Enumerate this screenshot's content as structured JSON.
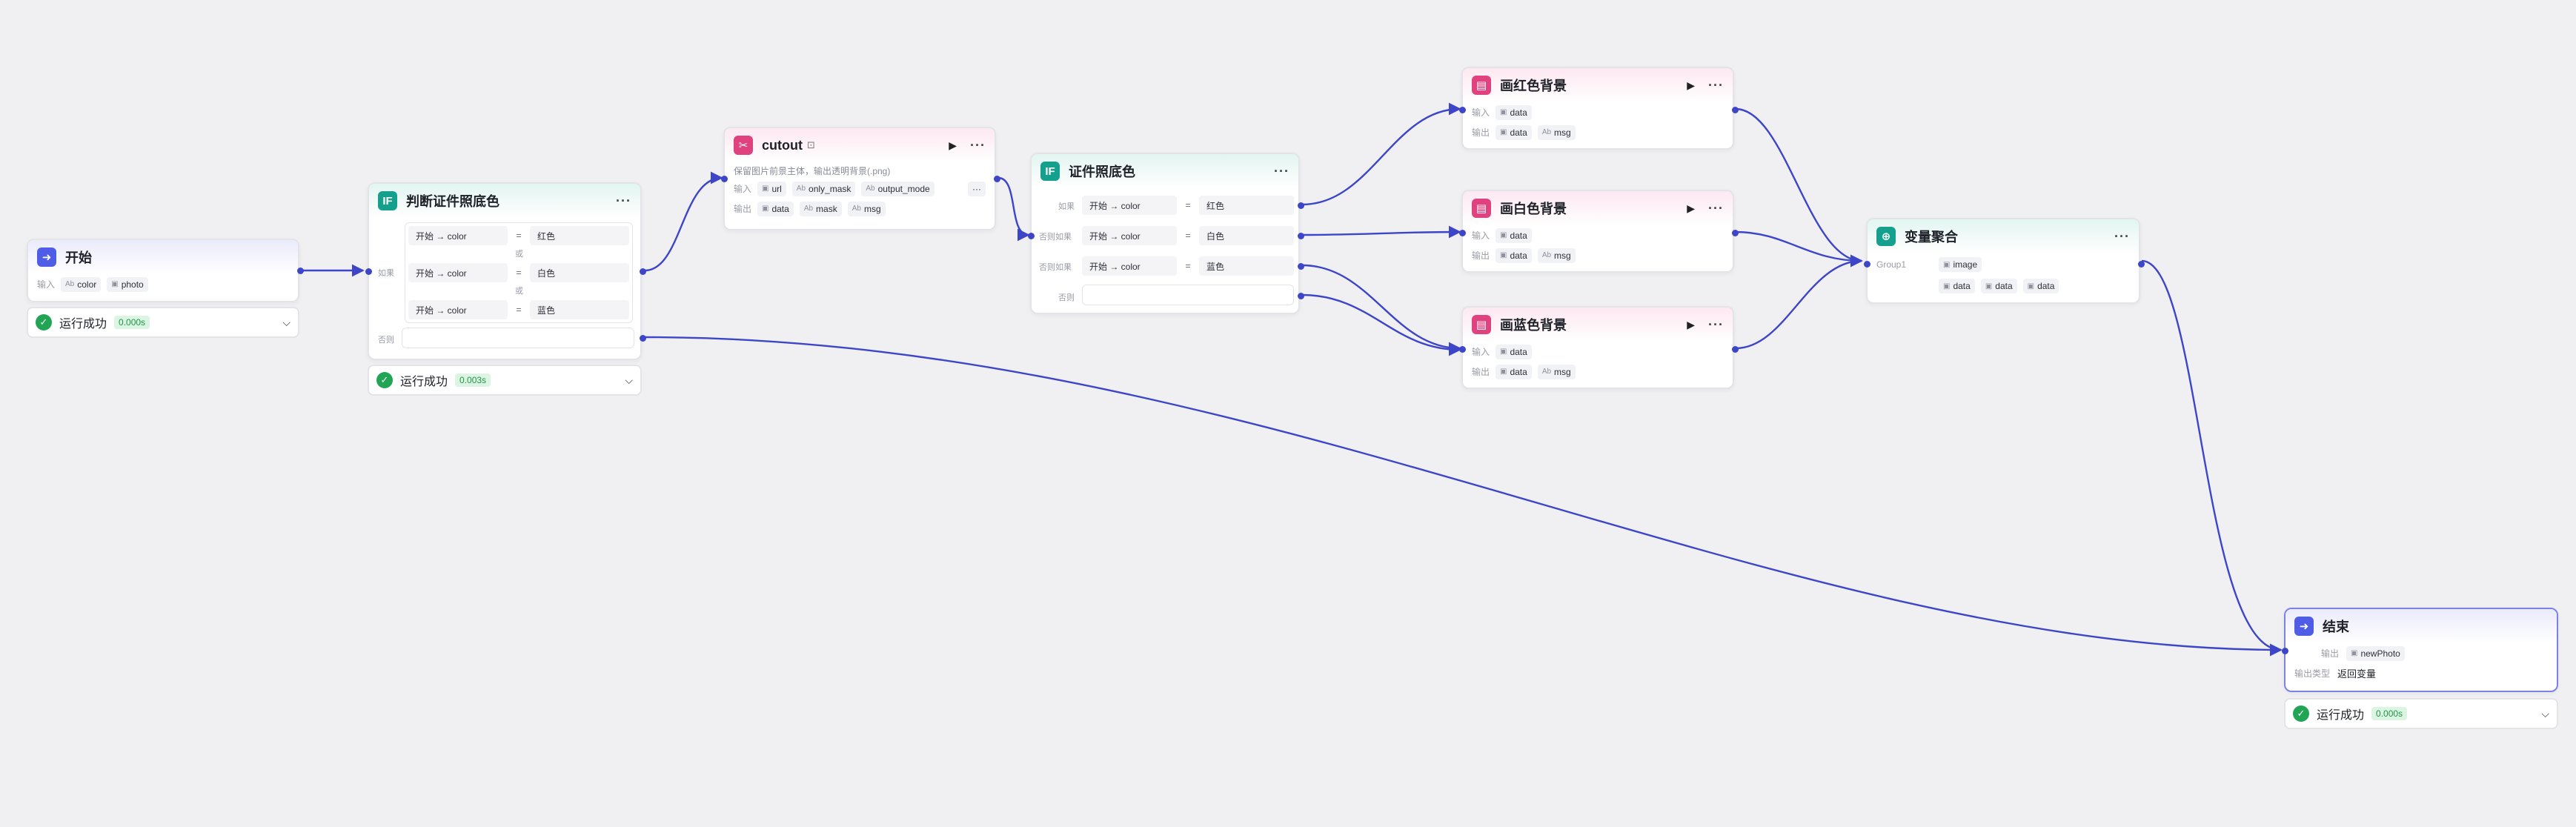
{
  "labels": {
    "input": "输入",
    "output": "输出",
    "if": "如果",
    "elif": "否则如果",
    "else": "否则",
    "or": "或",
    "group": "Group1",
    "output_type": "输出类型"
  },
  "status": {
    "text": "运行成功"
  },
  "nodes": {
    "start": {
      "title": "开始",
      "inputs": [
        "color",
        "photo"
      ],
      "duration": "0.000s"
    },
    "judge": {
      "title": "判断证件照底色",
      "conditions": [
        {
          "left": "开始 → color",
          "op": "=",
          "right": "红色"
        },
        {
          "left": "开始 → color",
          "op": "=",
          "right": "白色"
        },
        {
          "left": "开始 → color",
          "op": "=",
          "right": "蓝色"
        }
      ],
      "duration": "0.003s"
    },
    "cutout": {
      "title": "cutout",
      "description": "保留图片前景主体，输出透明背景(.png)",
      "inputs": [
        "url",
        "only_mask",
        "output_mode"
      ],
      "outputs": [
        "data",
        "mask",
        "msg"
      ]
    },
    "idcolor": {
      "title": "证件照底色",
      "branches": [
        {
          "left": "开始 → color",
          "op": "=",
          "right": "红色"
        },
        {
          "left": "开始 → color",
          "op": "=",
          "right": "白色"
        },
        {
          "left": "开始 → color",
          "op": "=",
          "right": "蓝色"
        }
      ]
    },
    "red": {
      "title": "画红色背景",
      "inputs": [
        "data"
      ],
      "outputs": [
        "data",
        "msg"
      ]
    },
    "white": {
      "title": "画白色背景",
      "inputs": [
        "data"
      ],
      "outputs": [
        "data",
        "msg"
      ]
    },
    "blue": {
      "title": "画蓝色背景",
      "inputs": [
        "data"
      ],
      "outputs": [
        "data",
        "msg"
      ]
    },
    "merge": {
      "title": "变量聚合",
      "group_var": "image",
      "group_items": [
        "data",
        "data",
        "data"
      ]
    },
    "end": {
      "title": "结束",
      "outputs": [
        "newPhoto"
      ],
      "output_type": "返回变量",
      "duration": "0.000s"
    }
  },
  "colors": {
    "edge": "#3d45c9",
    "accent": "#4e5ce6",
    "success": "#21a554"
  },
  "icons": {
    "start": "login-icon",
    "judge": "if-icon",
    "cutout": "cutout-icon",
    "merge": "merge-icon",
    "end": "logout-icon",
    "draw": "image-icon"
  }
}
